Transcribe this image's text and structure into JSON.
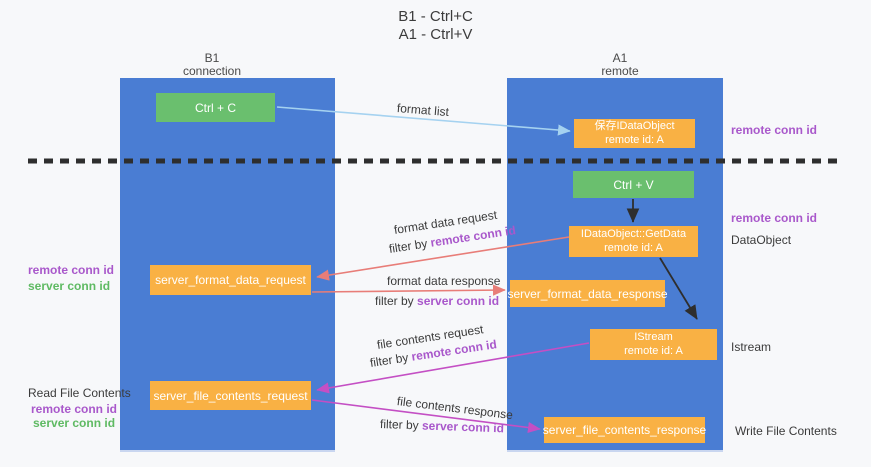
{
  "title": {
    "line1": "B1 - Ctrl+C",
    "line2": "A1 - Ctrl+V"
  },
  "lanes": {
    "left": {
      "name": "B1",
      "sub": "connection"
    },
    "right": {
      "name": "A1",
      "sub": "remote"
    }
  },
  "nodes": {
    "ctrl_c": {
      "label": "Ctrl + C"
    },
    "save_dataobject": {
      "line1": "保存IDataObject",
      "line2": "remote id: A"
    },
    "ctrl_v": {
      "label": "Ctrl + V"
    },
    "getdata": {
      "line1": "IDataObject::GetData",
      "line2": "remote id: A"
    },
    "format_request": {
      "label": "server_format_data_request"
    },
    "format_response": {
      "label": "server_format_data_response"
    },
    "istream": {
      "line1": "IStream",
      "line2": "remote id: A"
    },
    "file_request": {
      "label": "server_file_contents_request"
    },
    "file_response": {
      "label": "server_file_contents_response"
    }
  },
  "edge_labels": {
    "format_list": "format list",
    "format_request_line": "format data request",
    "format_request_filter_prefix": "filter by ",
    "format_request_filter_hl": "remote conn id",
    "format_response_line": "format data response",
    "format_response_filter_prefix": "filter by ",
    "format_response_filter_hl": "server conn id",
    "file_request_line": "file contents request",
    "file_request_filter_prefix": "filter by ",
    "file_request_filter_hl": "remote conn id",
    "file_response_line": "file contents response",
    "file_response_filter_prefix": "filter by ",
    "file_response_filter_hl": "server conn id"
  },
  "side_labels": {
    "right_conn_top": "remote conn id",
    "right_conn_mid": "remote conn id",
    "right_dataobject": "DataObject",
    "right_istream": "Istream",
    "right_write": "Write File Contents",
    "left_remote_conn": "remote conn id",
    "left_server_conn": "server conn id",
    "left_read": "Read File Contents",
    "left_remote_conn2": "remote conn id",
    "left_server_conn2": "server conn id"
  },
  "colors": {
    "lane_blue": "#4a7dd3",
    "box_green": "#6abf6e",
    "box_orange": "#f9b144",
    "purple": "#a958cb",
    "green_text": "#5fba63",
    "arrow_red": "#e87d78",
    "arrow_magenta": "#c44fc4",
    "arrow_blue": "#a5d2f0",
    "arrow_black": "#2e2e2e"
  }
}
